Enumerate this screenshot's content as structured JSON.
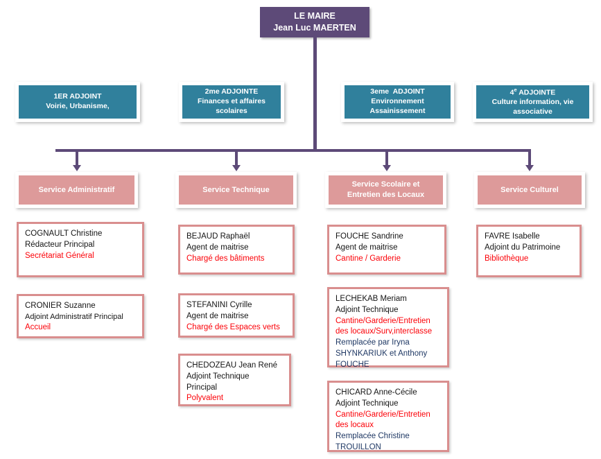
{
  "title": "Organigramme des services municipaux",
  "colors": {
    "mayor_box": "#5d4a78",
    "adjoint_box": "#30809c",
    "service_box": "#dd9a9a",
    "card_border": "#d98e8e",
    "connector": "#5d4a78",
    "role_text": "#fb0007",
    "replacement_text": "#1f3864",
    "name_text": "#141414"
  },
  "mayor": {
    "title": "LE MAIRE",
    "name": "Jean Luc MAERTEN"
  },
  "adjoints": [
    {
      "rank": "1ER ADJOINT",
      "portfolio": "Voirie, Urbanisme,"
    },
    {
      "rank": "2me ADJOINTE",
      "portfolio": "Finances et affaires\nscolaires"
    },
    {
      "rank": "3eme  ADJOINT",
      "portfolio": "Environnement\nAssainissement"
    },
    {
      "rank": "4",
      "rank_suffix": "e",
      "rank_rest": " ADJOINTE",
      "portfolio": "Culture information, vie\nassociative"
    }
  ],
  "services": [
    {
      "name": "Service Administratif"
    },
    {
      "name": "Service Technique"
    },
    {
      "name": "Service Scolaire et\nEntretien des Locaux"
    },
    {
      "name": "Service Culturel"
    }
  ],
  "staff": {
    "administratif": [
      {
        "lines": [
          {
            "text": "COGNAULT Christine",
            "style": "name"
          },
          {
            "text": "Rédacteur Principal",
            "style": "name"
          },
          {
            "text": "Secrétariat Général",
            "style": "red"
          }
        ]
      },
      {
        "lines": [
          {
            "text": "CRONIER Suzanne",
            "style": "name"
          },
          {
            "text": "Adjoint  Administratif  Principal",
            "style": "name"
          },
          {
            "text": "Accueil",
            "style": "red"
          }
        ]
      }
    ],
    "technique": [
      {
        "lines": [
          {
            "text": "BEJAUD  Raphaël",
            "style": "name"
          },
          {
            "text": "Agent de maitrise",
            "style": "name"
          },
          {
            "text": "Chargé des bâtiments",
            "style": "red"
          }
        ]
      },
      {
        "lines": [
          {
            "text": "STEFANINI Cyrille",
            "style": "name"
          },
          {
            "text": "Agent de maitrise",
            "style": "name"
          },
          {
            "text": "Chargé des Espaces verts",
            "style": "red"
          }
        ]
      },
      {
        "lines": [
          {
            "text": "CHEDOZEAU Jean René",
            "style": "name"
          },
          {
            "text": "Adjoint Technique",
            "style": "name"
          },
          {
            "text": "Principal",
            "style": "name"
          },
          {
            "text": "Polyvalent",
            "style": "red"
          }
        ]
      }
    ],
    "scolaire": [
      {
        "lines": [
          {
            "text": "FOUCHE Sandrine",
            "style": "name"
          },
          {
            "text": "Agent de maitrise",
            "style": "name"
          },
          {
            "text": "Cantine / Garderie",
            "style": "red"
          }
        ]
      },
      {
        "lines": [
          {
            "text": "LECHEKAB Meriam",
            "style": "name"
          },
          {
            "text": "Adjoint Technique",
            "style": "name"
          },
          {
            "text": "Cantine/Garderie/Entretien",
            "style": "red"
          },
          {
            "text": "des locaux/Surv,interclasse",
            "style": "red"
          },
          {
            "text": "Remplacée par Iryna",
            "style": "navy"
          },
          {
            "text": "SHYNKARIUK et Anthony",
            "style": "navy"
          },
          {
            "text": "FOUCHE",
            "style": "navy"
          }
        ]
      },
      {
        "lines": [
          {
            "text": "CHICARD Anne-Cécile",
            "style": "name"
          },
          {
            "text": "Adjoint Technique",
            "style": "name"
          },
          {
            "text": "Cantine/Garderie/Entretien",
            "style": "red"
          },
          {
            "text": "des locaux",
            "style": "red"
          },
          {
            "text": "Remplacée Christine",
            "style": "navy"
          },
          {
            "text": "TROUILLON",
            "style": "navy"
          }
        ]
      }
    ],
    "culturel": [
      {
        "lines": [
          {
            "text": "FAVRE Isabelle",
            "style": "name"
          },
          {
            "text": "Adjoint du Patrimoine",
            "style": "name"
          },
          {
            "text": "Bibliothèque",
            "style": "red"
          }
        ]
      }
    ]
  }
}
